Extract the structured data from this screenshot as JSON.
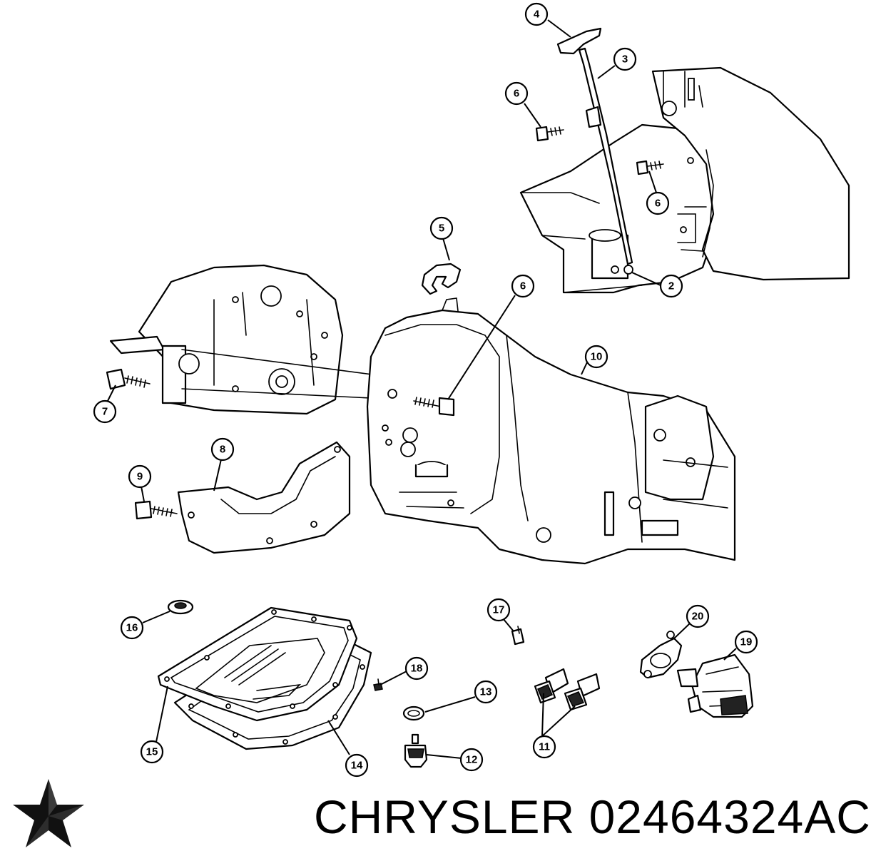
{
  "caption": {
    "brand": "CHRYSLER",
    "part_number": "02464324AC"
  },
  "logo_icon": "chrysler-pentastar-icon",
  "callouts": {
    "c1": "4",
    "c2": "3",
    "c3": "6",
    "c4": "6",
    "c5": "5",
    "c6": "2",
    "c7": "6",
    "c8": "10",
    "c9": "7",
    "c10": "8",
    "c11": "9",
    "c12": "16",
    "c13": "17",
    "c14": "20",
    "c15": "19",
    "c16": "18",
    "c17": "13",
    "c18": "15",
    "c19": "14",
    "c20": "12",
    "c21": "11"
  }
}
